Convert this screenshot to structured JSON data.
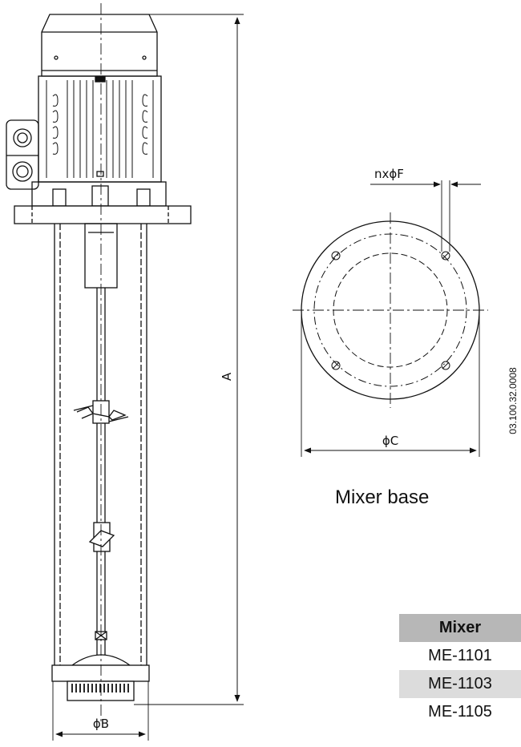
{
  "dimensions": {
    "height": "A",
    "tube_diameter": "ϕB",
    "base_diameter": "ϕC",
    "holes": "nxϕF"
  },
  "caption": "Mixer base",
  "drawing_code": "03.100.32.0008",
  "table": {
    "header": "Mixer",
    "rows": [
      "ME-1101",
      "ME-1103",
      "ME-1105"
    ]
  }
}
